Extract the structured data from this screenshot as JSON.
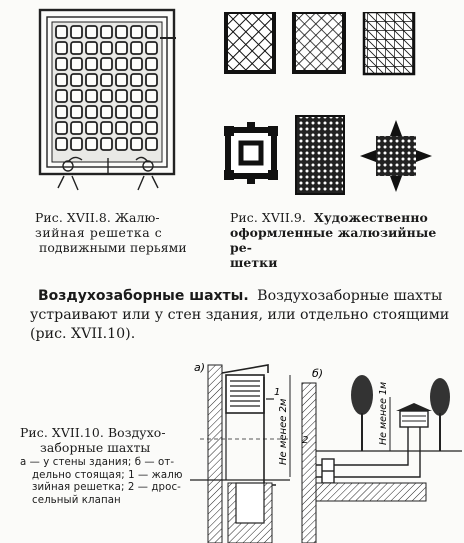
{
  "fig8": {
    "caption_l1": "Рис. XVII.8. Жалю-",
    "caption_l2": "зийная решетка с",
    "caption_l3": "подвижными перьями"
  },
  "fig9": {
    "caption_prefix": "Рис. XVII.9.",
    "caption_bold1": "Художественно",
    "caption_bold2": "оформленные жалюзийные ре-",
    "caption_bold3": "шетки"
  },
  "section": {
    "heading": "Воздухозаборные шахты.",
    "text_l1_rest": "Воздухозаборные шахты",
    "text_l2": "устраивают или у стен здания, или отдельно стоящими",
    "text_l3": "(рис. XVII.10)."
  },
  "fig10": {
    "caption_l1": "Рис. XVII.10. Воздухо-",
    "caption_l2": "заборные шахты",
    "legend_l1": "а — у стены здания; б — от-",
    "legend_l2": "дельно стоящая; 1 — жалю",
    "legend_l3": "зийная решетка; 2 — дрос-",
    "legend_l4": "сельный клапан",
    "label_a": "а)",
    "label_b": "б)",
    "mark_1": "1",
    "mark_2": "2",
    "dim_a": "Не менее 2м",
    "dim_b": "Не менее 1м"
  }
}
